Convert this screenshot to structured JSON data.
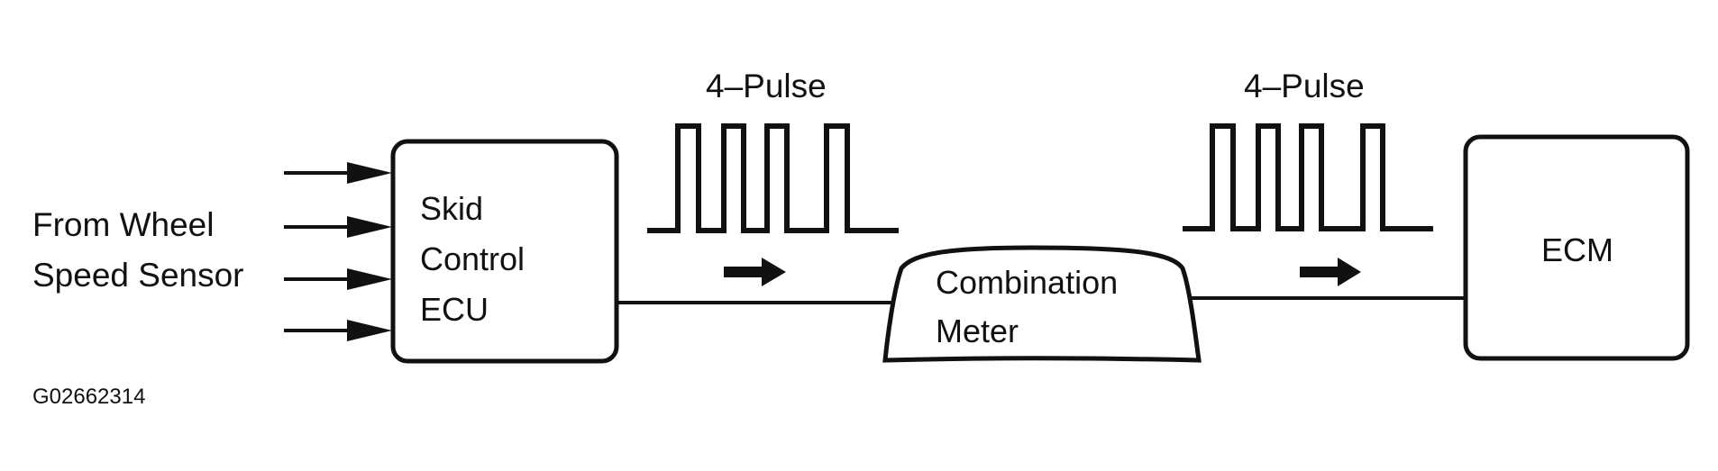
{
  "input_label": {
    "line1": "From Wheel",
    "line2": "Speed Sensor"
  },
  "skid_ecu": {
    "line1": "Skid",
    "line2": "Control",
    "line3": "ECU"
  },
  "pulse_left": {
    "label": "4–Pulse"
  },
  "pulse_right": {
    "label": "4–Pulse"
  },
  "combination_meter": {
    "line1": "Combination",
    "line2": "Meter"
  },
  "ecm": {
    "label": "ECM"
  },
  "figure_id": "G02662314"
}
